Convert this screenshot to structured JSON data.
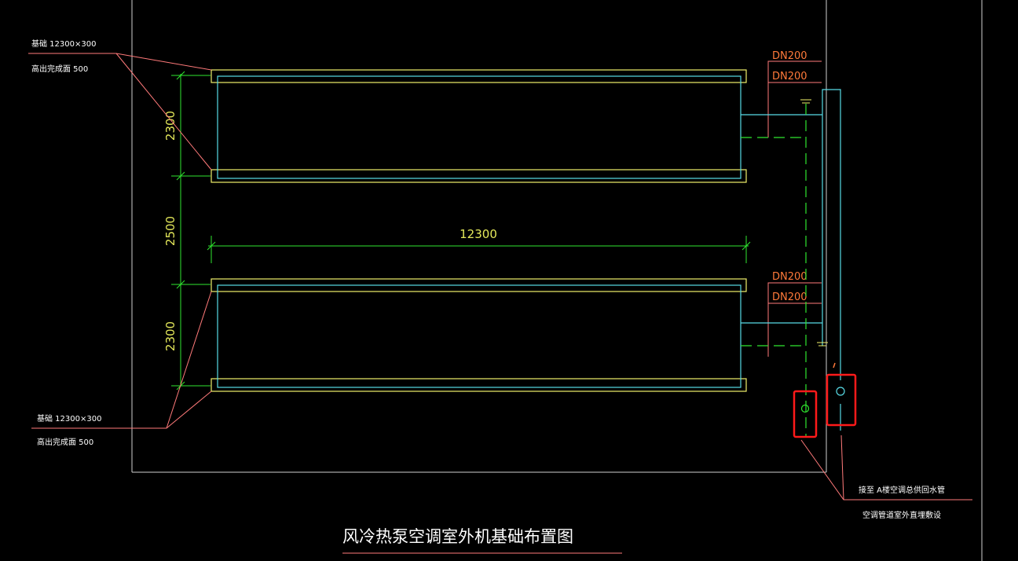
{
  "drawing": {
    "title": "风冷热泵空调室外机基础布置图",
    "colors": {
      "background": "#000000",
      "foundation": "#f0ef6a",
      "unit": "#58dbe6",
      "dimension": "#2fe62f",
      "dimension_text": "#e4e85a",
      "leader": "#ff7a7a",
      "label_text": "#ffffff",
      "pipe_label": "#ff7a3a",
      "pipe_supply": "#58dbe6",
      "pipe_return": "#2fe62f",
      "highlight": "#ff1a1a",
      "frame": "#cfcfcf"
    },
    "notes": {
      "top": {
        "line1": "基础  12300×300",
        "line2": "高出完成面        500"
      },
      "bottom": {
        "line1": "基础  12300×300",
        "line2": "高出完成面        500"
      },
      "pipe": {
        "line1": "接至    A楼空调总供回水管",
        "line2": "空调管道室外直埋敷设"
      }
    },
    "dimensions": {
      "upper_unit_width": "2300",
      "gap": "2500",
      "lower_unit_width": "2300",
      "length": "12300"
    },
    "pipe_labels": {
      "upper_1": "DN200",
      "upper_2": "DN200",
      "lower_1": "DN200",
      "lower_2": "DN200"
    }
  }
}
